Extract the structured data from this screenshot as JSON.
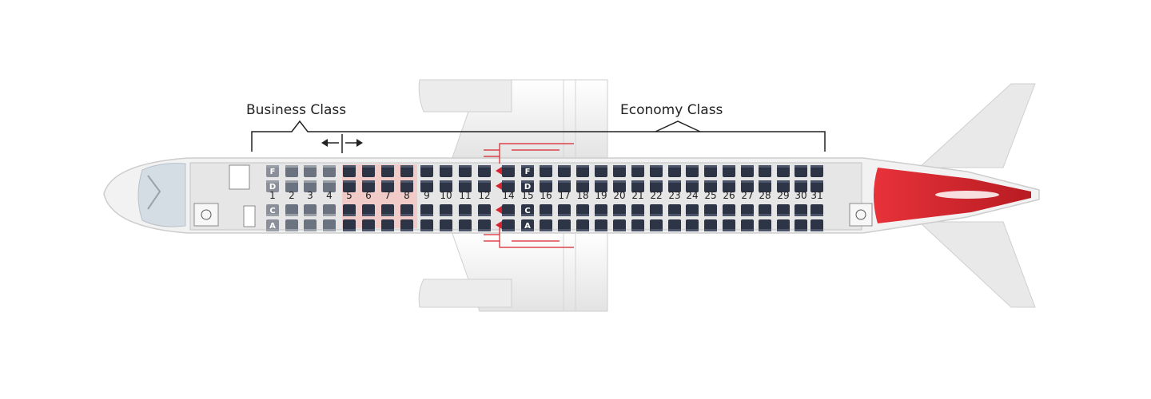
{
  "labels": {
    "business": "Business Class",
    "economy": "Economy Class"
  },
  "rows": [
    {
      "label": "1",
      "section": "business",
      "seats": "F D C A"
    },
    {
      "label": "2",
      "section": "business"
    },
    {
      "label": "3",
      "section": "business"
    },
    {
      "label": "4",
      "section": "business"
    },
    {
      "label": "5",
      "section": "economy",
      "highlight": true
    },
    {
      "label": "6",
      "section": "economy",
      "highlight": true
    },
    {
      "label": "7",
      "section": "economy",
      "highlight": true
    },
    {
      "label": "8",
      "section": "economy",
      "highlight": true
    },
    {
      "label": "9",
      "section": "economy"
    },
    {
      "label": "10",
      "section": "economy"
    },
    {
      "label": "11",
      "section": "economy"
    },
    {
      "label": "12",
      "section": "economy"
    },
    {
      "label": "14",
      "section": "economy",
      "exit_row": true
    },
    {
      "label": "15",
      "section": "economy",
      "seats": "F D C A"
    },
    {
      "label": "16",
      "section": "economy"
    },
    {
      "label": "17",
      "section": "economy"
    },
    {
      "label": "18",
      "section": "economy"
    },
    {
      "label": "19",
      "section": "economy"
    },
    {
      "label": "20",
      "section": "economy"
    },
    {
      "label": "21",
      "section": "economy"
    },
    {
      "label": "22",
      "section": "economy"
    },
    {
      "label": "23",
      "section": "economy"
    },
    {
      "label": "24",
      "section": "economy"
    },
    {
      "label": "25",
      "section": "economy"
    },
    {
      "label": "26",
      "section": "economy"
    },
    {
      "label": "27",
      "section": "economy"
    },
    {
      "label": "28",
      "section": "economy"
    },
    {
      "label": "29",
      "section": "economy"
    },
    {
      "label": "30",
      "section": "economy"
    },
    {
      "label": "31",
      "section": "economy"
    }
  ],
  "seat_letters": {
    "top_outer": "F",
    "top_inner": "D",
    "bottom_inner": "C",
    "bottom_outer": "A"
  },
  "colors": {
    "seat": "#2c3445",
    "seat_business": "#6b7280",
    "accent_red": "#d8232a",
    "highlight_zone": "#f2c4c1",
    "fuselage": "#efefef",
    "cabin_floor": "#e3e3e3"
  },
  "icons": [
    "cockpit-icon",
    "lavatory-icon",
    "galley-icon",
    "exit-arrow-icon",
    "tail-logo-icon"
  ]
}
